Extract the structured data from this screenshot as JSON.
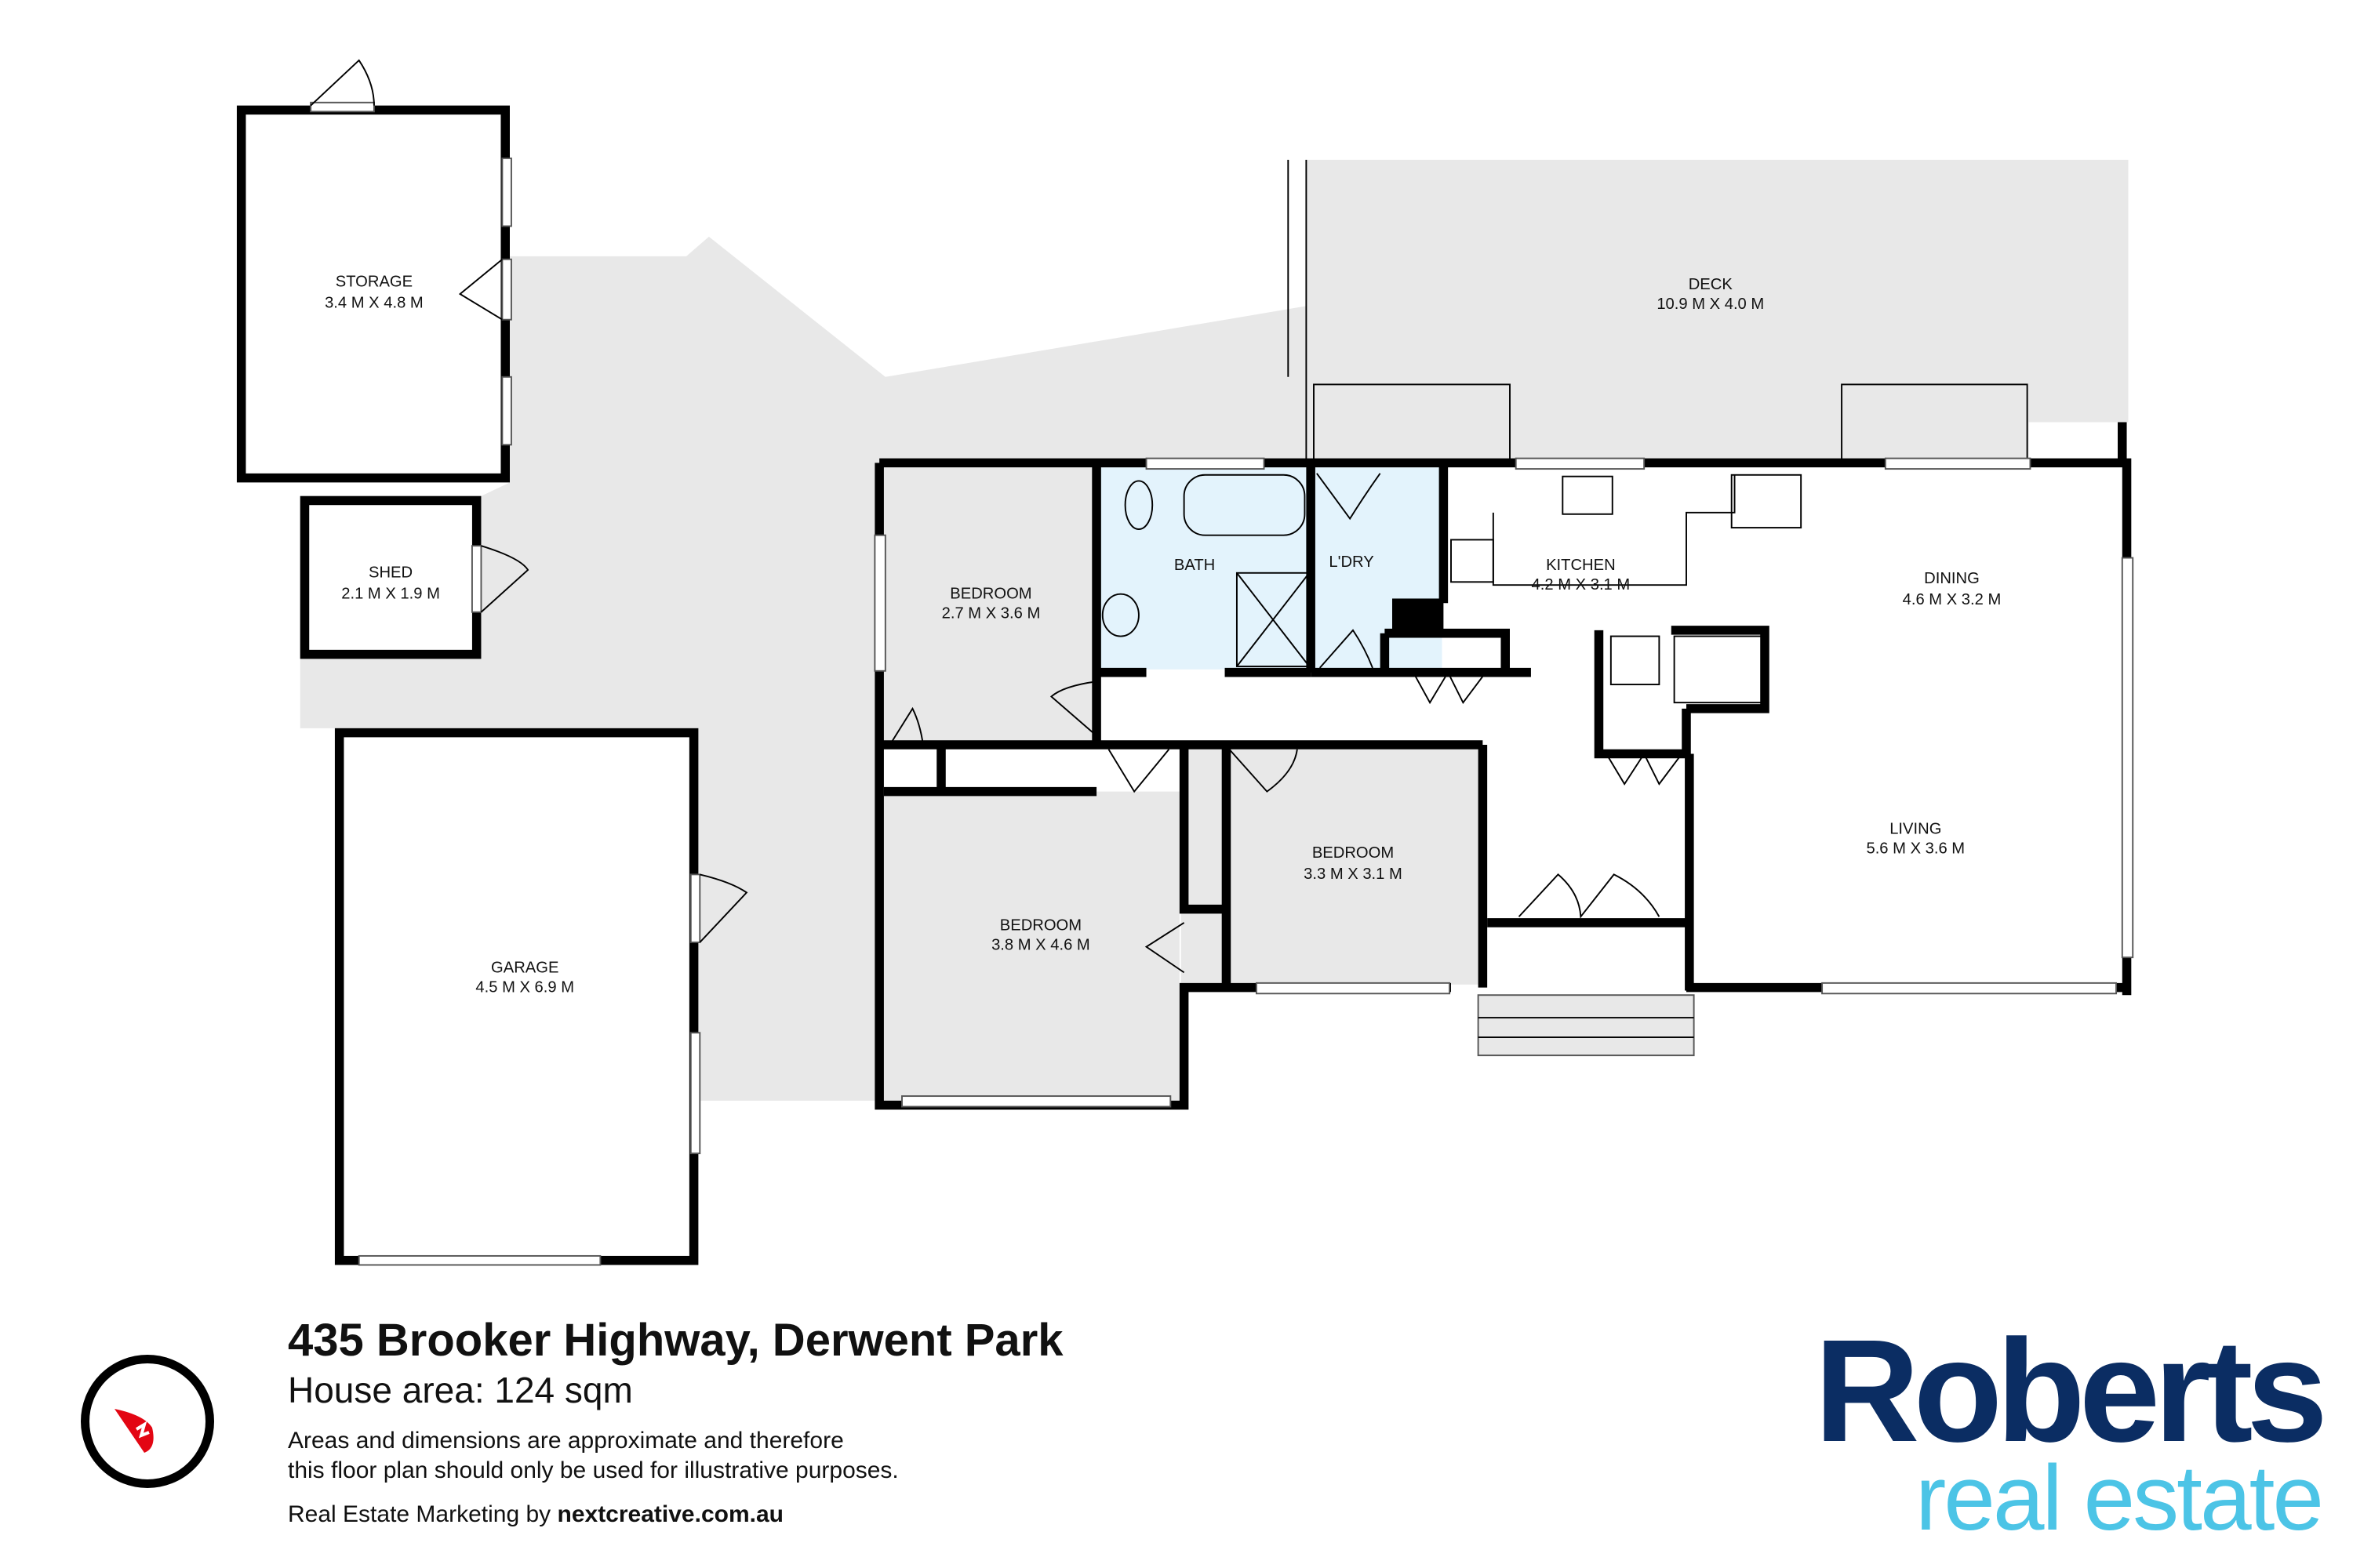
{
  "rooms": {
    "storage": {
      "name": "STORAGE",
      "dims": "3.4 M X 4.8 M"
    },
    "shed": {
      "name": "SHED",
      "dims": "2.1 M X 1.9 M"
    },
    "garage": {
      "name": "GARAGE",
      "dims": "4.5 M X 6.9 M"
    },
    "deck": {
      "name": "DECK",
      "dims": "10.9 M X 4.0 M"
    },
    "bedroom1": {
      "name": "BEDROOM",
      "dims": "2.7 M X 3.6 M"
    },
    "bath": {
      "name": "BATH"
    },
    "laundry": {
      "name": "L'DRY"
    },
    "kitchen": {
      "name": "KITCHEN",
      "dims": "4.2 M X 3.1 M"
    },
    "dining": {
      "name": "DINING",
      "dims": "4.6 M X 3.2 M"
    },
    "bedroom2": {
      "name": "BEDROOM",
      "dims": "3.8 M X 4.6 M"
    },
    "bedroom3": {
      "name": "BEDROOM",
      "dims": "3.3 M X 3.1 M"
    },
    "living": {
      "name": "LIVING",
      "dims": "5.6 M X 3.6 M"
    }
  },
  "footer": {
    "address": "435 Brooker Highway, Derwent Park",
    "house_area": "House area: 124 sqm",
    "disclaimer_line1": "Areas and dimensions are approximate and therefore",
    "disclaimer_line2": "this floor plan should only be used for illustrative purposes.",
    "credit_prefix": "Real Estate Marketing by ",
    "credit_link": "nextcreative.com.au"
  },
  "logo": {
    "main": "Roberts",
    "sub": "real estate"
  },
  "colors": {
    "wet_area": "#e3f3fc",
    "room_grey": "#e8e8e8",
    "compass_red": "#e30613",
    "brand_navy": "#0b2d63",
    "brand_cyan": "#4cc4e6"
  }
}
